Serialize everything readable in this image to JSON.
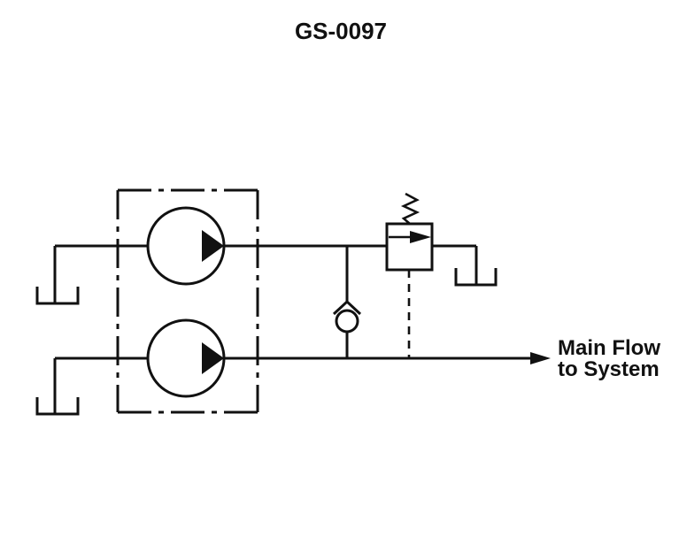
{
  "title": "GS-0097",
  "main_flow_label": {
    "line1": "Main Flow",
    "line2": "to System"
  },
  "colors": {
    "ink": "#111111",
    "background": "#ffffff"
  },
  "diagram": {
    "type": "hydraulic-schematic",
    "components": [
      {
        "id": "pump-enclosure",
        "symbol": "dash-dot enclosure box",
        "contains": [
          "pump-upper",
          "pump-lower"
        ]
      },
      {
        "id": "pump-upper",
        "symbol": "pump circle with right-pointing solid triangle"
      },
      {
        "id": "pump-lower",
        "symbol": "pump circle with right-pointing solid triangle"
      },
      {
        "id": "tank-upper-left",
        "symbol": "reservoir U symbol"
      },
      {
        "id": "tank-lower-left",
        "symbol": "reservoir U symbol"
      },
      {
        "id": "relief-valve",
        "symbol": "square envelope with flow arrow, spring above, dashed pilot line below"
      },
      {
        "id": "tank-relief-outlet",
        "symbol": "reservoir U symbol"
      },
      {
        "id": "check-valve",
        "symbol": "ball-and-seat check valve (circle with chevron seat)"
      },
      {
        "id": "main-flow-arrow",
        "symbol": "arrowhead pointing right to system"
      }
    ]
  }
}
